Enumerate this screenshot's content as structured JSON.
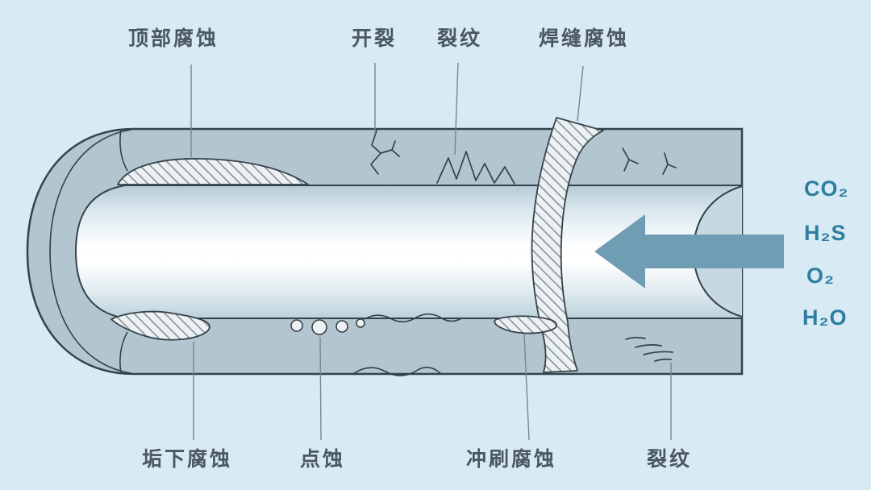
{
  "colors": {
    "background": "#d8eaf3",
    "wall": "#b3c6d0",
    "outline": "#33424b",
    "rim": "#c6d9e2",
    "label-text": "#4b5862",
    "accent-teal": "#2e7ea1",
    "arrow": "#6f9db3",
    "leader": "#78878f",
    "hatch-line": "#7e8c95",
    "hatch-bg": "#eef1f3"
  },
  "labels": {
    "top_corrosion": "顶部腐蚀",
    "cracking": "开裂",
    "crack_top": "裂纹",
    "weld_corrosion": "焊缝腐蚀",
    "under_deposit_corrosion": "垢下腐蚀",
    "pitting": "点蚀",
    "erosion_corrosion": "冲刷腐蚀",
    "crack_bottom": "裂纹"
  },
  "chemicals": [
    "CO₂",
    "H₂S",
    "O₂",
    "H₂O"
  ]
}
